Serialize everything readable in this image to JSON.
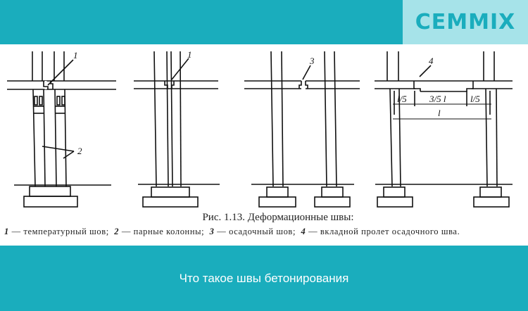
{
  "header": {
    "logo_text": "CEMMIX",
    "band_color": "#1aadbd",
    "logo_bg_color": "#a6e3e9"
  },
  "figure": {
    "title": "Рис. 1.13. Деформационные швы:",
    "legend": [
      {
        "num": "1",
        "text": "— температурный шов;"
      },
      {
        "num": "2",
        "text": "— парные колонны;"
      },
      {
        "num": "3",
        "text": "— осадочный шов;"
      },
      {
        "num": "4",
        "text": "— вкладной пролет осадочного шва."
      }
    ],
    "labels": {
      "callout_1a": "1",
      "callout_1b": "1",
      "callout_2": "2",
      "callout_3": "3",
      "callout_4": "4",
      "dim_left": "l/5",
      "dim_middle": "3/5 l",
      "dim_right": "l/5",
      "dim_total": "l"
    }
  },
  "footer": {
    "title": "Что такое швы бетонирования"
  }
}
